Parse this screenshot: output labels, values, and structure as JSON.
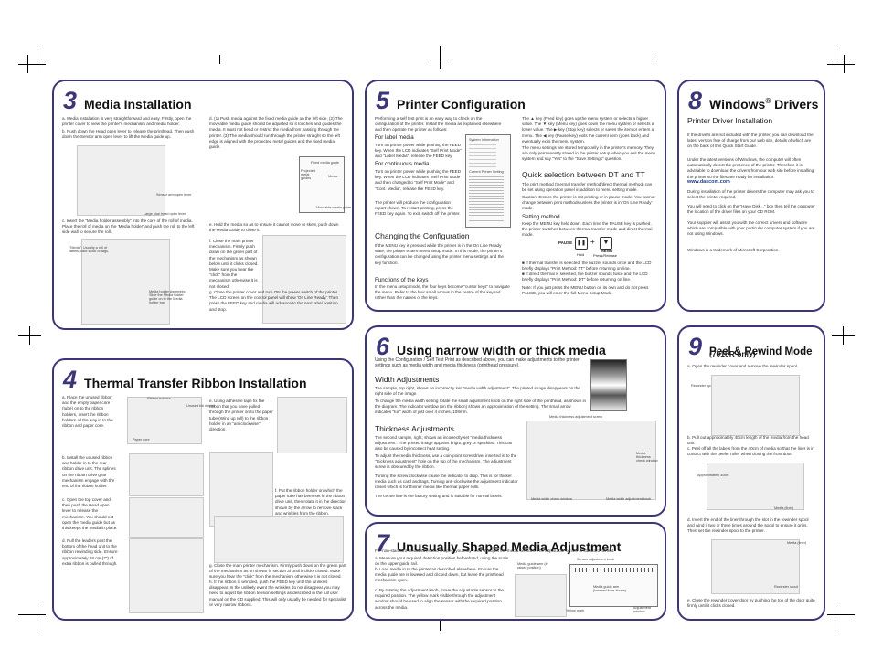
{
  "colors": {
    "accent": "#3b3677"
  },
  "s3": {
    "num": "3",
    "title": "Media Installation",
    "a": "a. Media installation is very straightforward and easy. Firstly, open the printer cover to view the printer's mechanism and media holder.",
    "b": "b. Push down the Head open lever to release the printhead. Then push down the Sensor arm open lever to lift the Media guide up.",
    "cap_sensor": "Sensor arm open lever",
    "cap_head": "Large blue head open lever",
    "c": "c. Insert the \"Media holder assembly\" into the core of the roll of media. Place the roll of media on the 'Media holder' and push the roll to the left side wall to secure the roll.",
    "cap_media": "\"Media\": Usually a roll of labels, card stock or tags.",
    "cap_holder": "Media holder Assembly: Slide the Media holder guide on to the Media holder bar.",
    "d": "d. (1) Push media against the fixed media guide on the left side. (2) The moveable media guide should be adjusted so it touches and guides the media. It must not bend or restrict the media from passing through the printer. (3) The media should run through the printer straight so the left edge is aligned with the projected metal guides and the fixed media guide.",
    "cap_fixed": "Fixed media guide",
    "cap_proj": "Projected metal guides",
    "cap_move": "Moveable media guide",
    "cap_media2": "Media",
    "e": "e. Hold the media so as to ensure it cannot move or skew, push down the Media Guide to close it.",
    "f": "f. Close the main printer mechanism. Firmly push down on the green part of the mechanism as shown below until it clicks closed. Make sure you hear the \"click\" from the mechanism otherwise it is not closed.",
    "g": "g. Close the printer cover and turn ON the power switch of the printer. The LCD screen on the control panel will show 'On Line Ready.' Then press the FEED key and media will advance to the next label position and stop."
  },
  "s4": {
    "num": "4",
    "title": "Thermal Transfer Ribbon Installation",
    "a": "a. Place the unused ribbon and the empty paper core (tube) on to the ribbon holders, insert the ribbon holders all the way in to the ribbon and paper core.",
    "cap_rh": "Ribbon holders",
    "cap_ur": "Unused full ribbon",
    "cap_pc": "Paper core",
    "b": "b. Install the unused ribbon and holder in to the rear ribbon drive unit. The splines on the ribbon drive gear mechanism engage with the end of the ribbon holder.",
    "c": "c. Open the top cover and then push the Head open lever to release the mechanism. You should not open the media guide but as this keeps the media in place.",
    "d": "d. Pull the leaders past the bottom of the head unit to the ribbon rewinding side. Ensure approximately 18 cm (7\") of extra ribbon is pulled through.",
    "e": "e. Using adhesive tape fix the ribbon that you have pulled through the printer on to the paper tube (Wind up roll) to the ribbon holder in an \"anticlockwise\" direction.",
    "f": "f. Put the ribbon holder on which the paper tube has been set in the ribbon drive unit, then rotate it in the direction shown by the arrow to remove slack and wrinkles from the ribbon.",
    "g": "g. Close the main printer mechanism. Firmly push down on the green part of the mechanism as on shown in section 3f until it clicks closed. Make sure you hear the \"click\" from the mechanism otherwise it is not closed.",
    "h": "h. If the ribbon is wrinkled, push the FEED key until the wrinkles disappear. In the unlikely event the wrinkles do not disappear you may need to adjust the ribbon tension settings as described in the full user manual on the CD supplied. This will only usually be needed for specialist or very narrow ribbons."
  },
  "s5": {
    "num": "5",
    "title": "Printer Configuration",
    "intro": "Performing a self test print is an easy way to check on the configuration of the printer. Install the media as explained elsewhere and then operate the printer as follows:",
    "h_label": "For label media",
    "label": "Turn on printer power while pushing the FEED key. When the LCD indicates \"Self Print Mode\" and \"Label Media\", release the FEED key.",
    "h_cont": "For continuous media",
    "cont": "Turn on printer power while pushing the FEED key. When the LCD indicates \"Self Print Mode\" and then changed to \"Self Print Mode\" and \"Cont. Media\", release the FEED key.",
    "after": "The printer will produce the configuration report shown. To restart printing, press the FEED key again. To exit, switch off the printer.",
    "rep_title": "System Information",
    "rep_title2": "Current Printer Setting",
    "h_change": "Changing the Configuration",
    "change": "If the MENU key is pressed while the printer is in the On Line Ready state, the printer enters menu setup mode. In this mode, the printer's configuration can be changed using the printer menu settings and the key function.",
    "h_func": "Functions of the keys",
    "func": "In the menu setup mode, the four keys become \"cursor keys\" to navigate the menu. Refer to the four small arrows in the centre of the keypad rather than the names of the keys.",
    "right1": "The ▲ key (Feed key) goes up the menu system or selects a higher value. The ▼ key (Menu key) goes down the menu system or selects a lower value. The ▶ key (Stop key) selects or saves the item or enters a menu. The ◀ key (Pause key) exits the current item (goes back) and eventually exits the menu system.",
    "right2": "The menu settings are stored temporarily in the printer's memory. They are only permanently stored in the printer setup when you exit the menu system and say \"Yes\" to the \"Save Settings\" question.",
    "h_quick": "Quick selection between DT and TT",
    "quick": "The print method (thermal transfer method/direct thermal method) can be set using operation panel in addition to menu setting mode.",
    "caution": "Caution: Ensure the printer is not printing or in pause mode. You cannot change between print methods unless the printer is in 'On Line Ready' mode.",
    "h_setting": "Setting method",
    "setting": "Keep the MENU key held down. Each time the PAUSE key is pushed, the printer switches between thermal transfer mode and direct thermal mode.",
    "key_pause": "PAUSE",
    "key_menu": "MENU",
    "key_plus": "+",
    "key_hold": "Hold",
    "key_press": "Press/Release",
    "bul1": "■ If thermal transfer is selected, the buzzer sounds once and the LCD briefly displays \"Print Method: TT\" before returning on-line.",
    "bul2": "■ If direct thermal is selected, the buzzer sounds twice and the LCD briefly displays \"Print Method: DT\" before returning on line.",
    "note": "Note: If you just press the MENU button on its own and do not press PAUSE, you will enter the full Menu Setup Mode."
  },
  "s6": {
    "num": "6",
    "title": "Using narrow width or thick media",
    "intro": "Using the Configuration / Self Test Print as described above, you can make adjustments to the printer settings such as media width and media thickness (printhead pressure).",
    "h_width": "Width Adjustments",
    "width1": "The sample, top right, shows an incorrectly set \"media width adjustment\". The printed image disappears on the right side of the image.",
    "width2": "To change the media width setting rotate the small adjustment knob on the right side of the printhead, as shown in the diagram. The indicator window (on the ribbon) shows an approximation of the setting. The small arrow indicates \"full\" width of just over 4 inches, 108mm.",
    "cap_thick": "Media thickness adjustment screw",
    "h_thick": "Thickness Adjustments",
    "thick1": "The second sample, right, shows an incorrectly set \"media thickness adjustment\". The printed image appears bright, grey or speckled. This can also be caused by incorrect heat setting.",
    "thick2": "To adjust the media thickness, use a coin-point screwdriver inserted in to the \"thickness adjustment\" hole on the top of the mechanism. The adjustment screw is obscured by the ribbon.",
    "thick3": "Turning the screw clockwise cause the indicator to drop. This is for thicker media such as card and tags. Turning anti-clockwise the adjustment indicator raises which is for thinner media like thermal paper rolls.",
    "thick4": "The centre line is the factory setting and is suitable for normal labels.",
    "cap_ind": "Media thickness check window",
    "cap_mwc": "Media width check window",
    "cap_mwa": "Media width adjustment knob"
  },
  "s7": {
    "num": "7",
    "title": "Unusually Shaped Media Adjustment",
    "intro": "For non-standard media sizes and shapes, you may need to adjust the media sensors. The adjustable sensor is standard fitment.",
    "a": "a. Measure your required detection position beforehand, using the scale on the upper guide rail.",
    "b": "b. Load media in to the printer as described elsewhere. Ensure the media guide are is lowered and clicked down, but leave the printhead mechanism open.",
    "c": "c. By rotating the adjustment knob, move the adjustable sensor to the required position. The yellow mark visible through the adjustment window should be used to align the sensor with the required position across the media.",
    "cap_guide": "Media guide arm (in raised position)",
    "cap_sensor": "Sensor adjustment knob",
    "cap_lowered": "Media guide arm (lowered from above)",
    "cap_yellow": "Yellow mark",
    "cap_window": "Adjustment window"
  },
  "s8": {
    "num": "8",
    "title": "Windows",
    "reg": "®",
    "title2": "Drivers",
    "h_driver": "Printer Driver Installation",
    "p1": "If the drivers are not included with the printer, you can download the latest version free of charge from our web site, details of which are on the back of this Quick Start Guide.",
    "p2": "Under the latest versions of Windows, the computer will often automatically detect the presence of the printer. Therefore it is advisable to download the drivers from our web site before installing the printer so the files are ready for installation.",
    "url": "www.dascom.com",
    "p3": "During installation of the printer drivers the computer may ask you to select the printer required.",
    "p4": "You will need to click on the \"Have Disk...\" box then tell the computer the location of the driver files on your CD ROM.",
    "p5": "Your supplier will assist you with the correct drivers and software which are compatible with your particular computer system if you are not using Windows.",
    "tm": "Windows is a trademark of Microsoft Corporation."
  },
  "s9": {
    "num": "9",
    "title": "Peel & Rewind Mode",
    "sub": "(7010R only)",
    "a": "a. Open the rewinder cover and remove the rewinder spool.",
    "cap_spool": "Rewinder spool",
    "b": "b. Pull out approximately 40cm length of the media from the head unit.",
    "c": "c. Peel off all the labels from the 40cm of media so that the liner is in contact with the peeler roller when closing the front door.",
    "cap_40": "Approximately 40cm",
    "cap_liner": "Media (liner)",
    "d": "d. Insert the end of the liner through the slot in the rewinder spool and wind it two or three times around the spool to ensure it grips. Then set the rewinder spool to the printer.",
    "cap_liner2": "Media (liner)",
    "cap_spool2": "Rewinder spool",
    "e": "e. Close the rewinder cover door by pushing the top of the door quite firmly until it clicks closed."
  }
}
